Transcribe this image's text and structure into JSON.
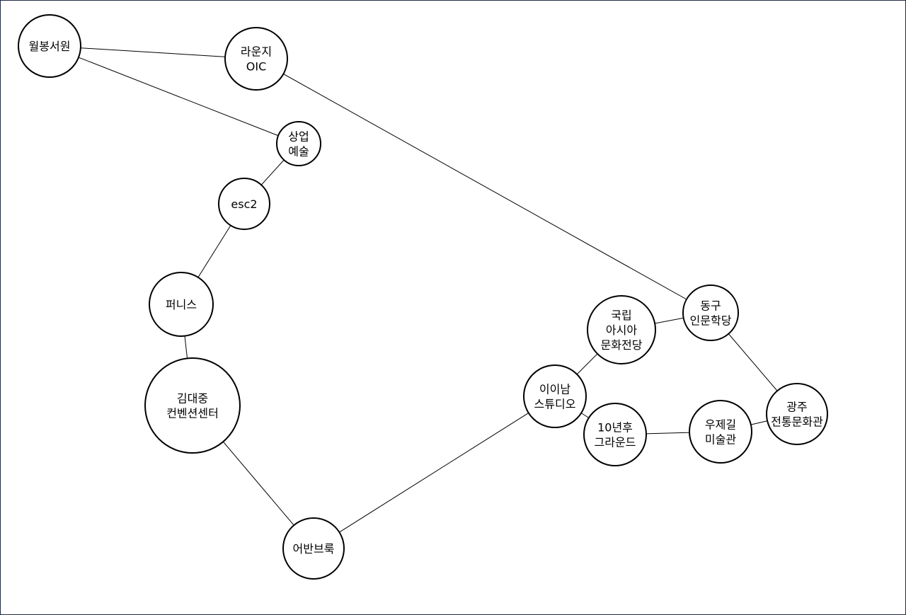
{
  "nodes": [
    {
      "id": "wolbong",
      "lines": [
        "월봉서원"
      ]
    },
    {
      "id": "lounge",
      "lines": [
        "라운지",
        "OIC"
      ]
    },
    {
      "id": "sangeop",
      "lines": [
        "상업",
        "예술"
      ]
    },
    {
      "id": "esc2",
      "lines": [
        "esc2"
      ]
    },
    {
      "id": "peonis",
      "lines": [
        "퍼니스"
      ]
    },
    {
      "id": "kdj",
      "lines": [
        "김대중",
        "컨벤션센터"
      ]
    },
    {
      "id": "urban",
      "lines": [
        "어반브룩"
      ]
    },
    {
      "id": "iinam",
      "lines": [
        "이이남",
        "스튜디오"
      ]
    },
    {
      "id": "acc",
      "lines": [
        "국립",
        "아시아",
        "문화전당"
      ]
    },
    {
      "id": "donggu",
      "lines": [
        "동구",
        "인문학당"
      ]
    },
    {
      "id": "ground",
      "lines": [
        "10년후",
        "그라운드"
      ]
    },
    {
      "id": "ujegil",
      "lines": [
        "우제길",
        "미술관"
      ]
    },
    {
      "id": "gwangju",
      "lines": [
        "광주",
        "전통문화관"
      ]
    }
  ],
  "edges": [
    [
      "wolbong",
      "lounge"
    ],
    [
      "wolbong",
      "sangeop"
    ],
    [
      "lounge",
      "donggu"
    ],
    [
      "sangeop",
      "esc2"
    ],
    [
      "esc2",
      "peonis"
    ],
    [
      "peonis",
      "kdj"
    ],
    [
      "kdj",
      "urban"
    ],
    [
      "urban",
      "iinam"
    ],
    [
      "iinam",
      "acc"
    ],
    [
      "acc",
      "donggu"
    ],
    [
      "donggu",
      "gwangju"
    ],
    [
      "iinam",
      "ground"
    ],
    [
      "ground",
      "ujegil"
    ],
    [
      "ujegil",
      "gwangju"
    ]
  ]
}
